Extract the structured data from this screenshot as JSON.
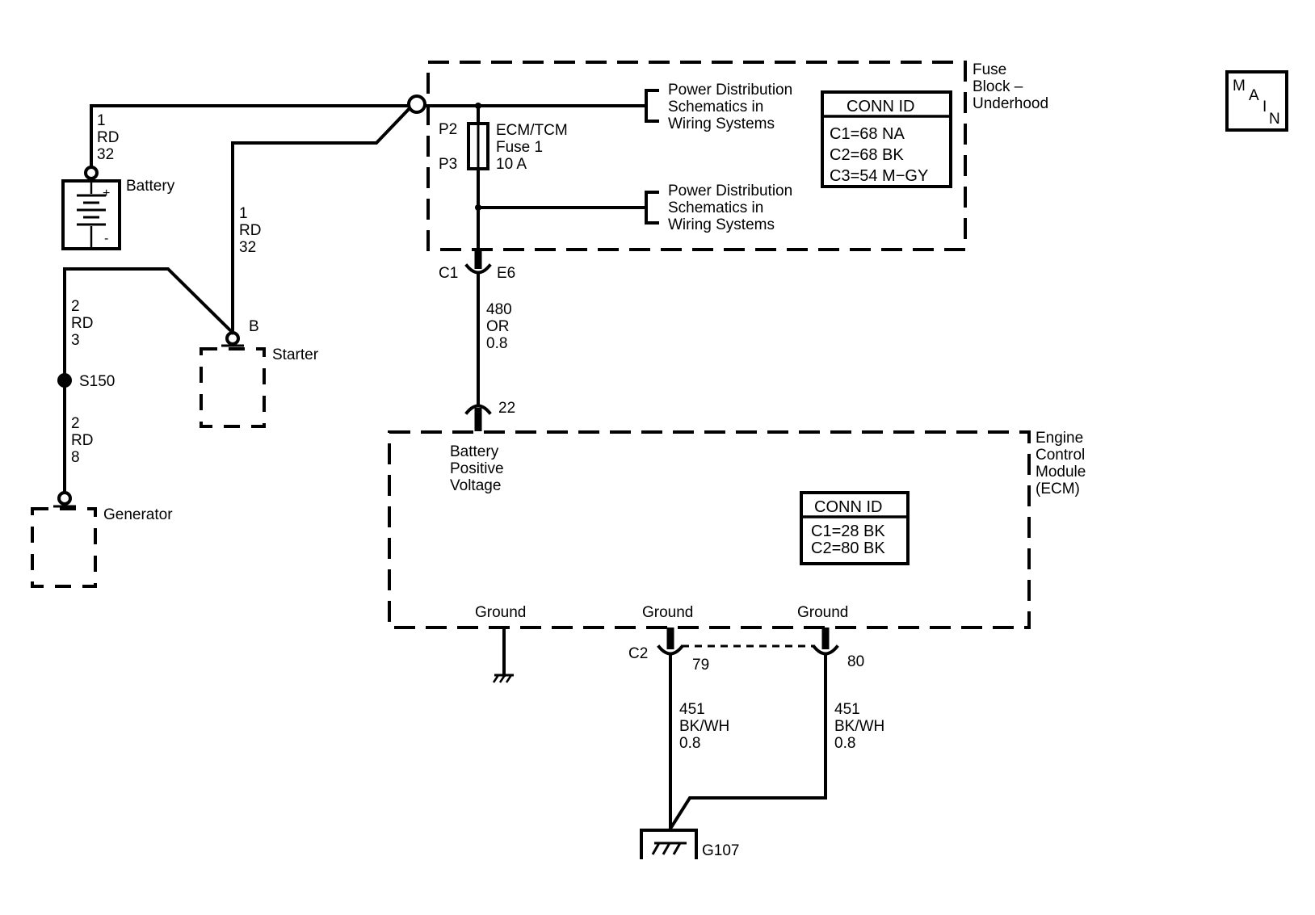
{
  "battery": {
    "name": "Battery",
    "plus": "+",
    "minus": "-",
    "wire": [
      "1",
      "RD",
      "32"
    ]
  },
  "starter": {
    "name": "Starter",
    "terminal": "B",
    "wire": [
      "1",
      "RD",
      "32"
    ]
  },
  "generator": {
    "name": "Generator",
    "splice": "S150",
    "wire_upper": [
      "2",
      "RD",
      "3"
    ],
    "wire_lower": [
      "2",
      "RD",
      "8"
    ]
  },
  "fuse_block": {
    "name": [
      "Fuse",
      "Block –",
      "Underhood"
    ],
    "fuse_label": [
      "ECM/TCM",
      "Fuse 1",
      "10 A"
    ],
    "pin_in": "P2",
    "pin_out": "P3",
    "ref_1": [
      "Power Distribution",
      "Schematics in",
      "Wiring Systems"
    ],
    "ref_2": [
      "Power Distribution",
      "Schematics in",
      "Wiring Systems"
    ],
    "conn_id": {
      "title": "CONN ID",
      "rows": [
        "C1=68 NA",
        "C2=68 BK",
        "C3=54 M−GY"
      ]
    }
  },
  "fuse_connector": {
    "conn": "C1",
    "pin": "E6"
  },
  "ecm_feed_wire": [
    "480",
    "OR",
    "0.8"
  ],
  "ecm": {
    "name": [
      "Engine",
      "Control",
      "Module",
      "(ECM)"
    ],
    "input_pin": "22",
    "input_label": [
      "Battery",
      "Positive",
      "Voltage"
    ],
    "conn_id": {
      "title": "CONN ID",
      "rows": [
        "C1=28 BK",
        "C2=80 BK"
      ]
    },
    "grounds": [
      "Ground",
      "Ground",
      "Ground"
    ],
    "ground_conn": "C2",
    "ground_pins": [
      "79",
      "80"
    ]
  },
  "ground_wires": {
    "left": [
      "451",
      "BK/WH",
      "0.8"
    ],
    "right": [
      "451",
      "BK/WH",
      "0.8"
    ]
  },
  "ground_point": "G107",
  "badge": {
    "letters": [
      "M",
      "A",
      "I",
      "N"
    ]
  }
}
